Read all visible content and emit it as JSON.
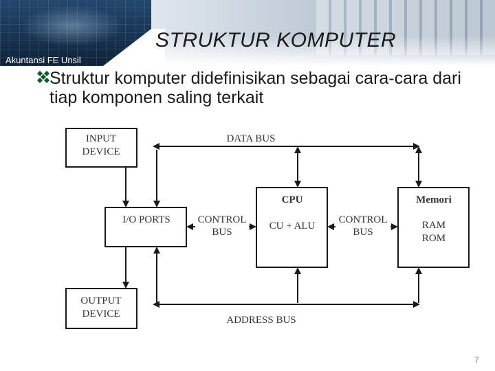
{
  "header": {
    "title": "STRUKTUR KOMPUTER",
    "org": "Akuntansi FE Unsil"
  },
  "bullet": {
    "icon": "diamond-bullet-icon",
    "text": "Struktur komputer didefinisikan sebagai cara-cara dari tiap komponen saling terkait"
  },
  "diagram": {
    "input_device": [
      "INPUT",
      "DEVICE"
    ],
    "output_device": [
      "OUTPUT",
      "DEVICE"
    ],
    "io_ports": "I/O PORTS",
    "control_bus_left": [
      "CONTROL",
      "BUS"
    ],
    "control_bus_right": [
      "CONTROL",
      "BUS"
    ],
    "cpu_title": "CPU",
    "cpu_body": "CU + ALU",
    "memory_title": "Memori",
    "memory_body": [
      "RAM",
      "ROM"
    ],
    "data_bus": "DATA BUS",
    "address_bus": "ADDRESS BUS"
  },
  "footer": {
    "page_number": "7"
  }
}
